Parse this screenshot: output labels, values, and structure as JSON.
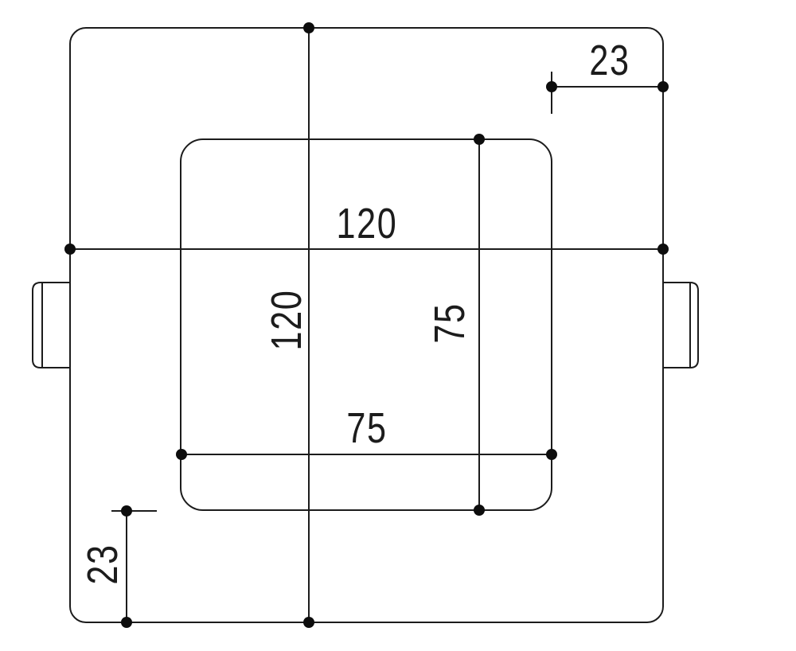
{
  "drawing": {
    "background_color": "#ffffff",
    "line_color": "#1c1c1c",
    "dot_color": "#0d0d0d",
    "text_color": "#1c1c1c",
    "dimensions": {
      "outer_width": {
        "value": "120"
      },
      "outer_height": {
        "value": "120"
      },
      "inner_width": {
        "value": "75"
      },
      "inner_height": {
        "value": "75"
      },
      "offset_top_right": {
        "value": "23"
      },
      "offset_bottom_left": {
        "value": "23"
      }
    }
  }
}
